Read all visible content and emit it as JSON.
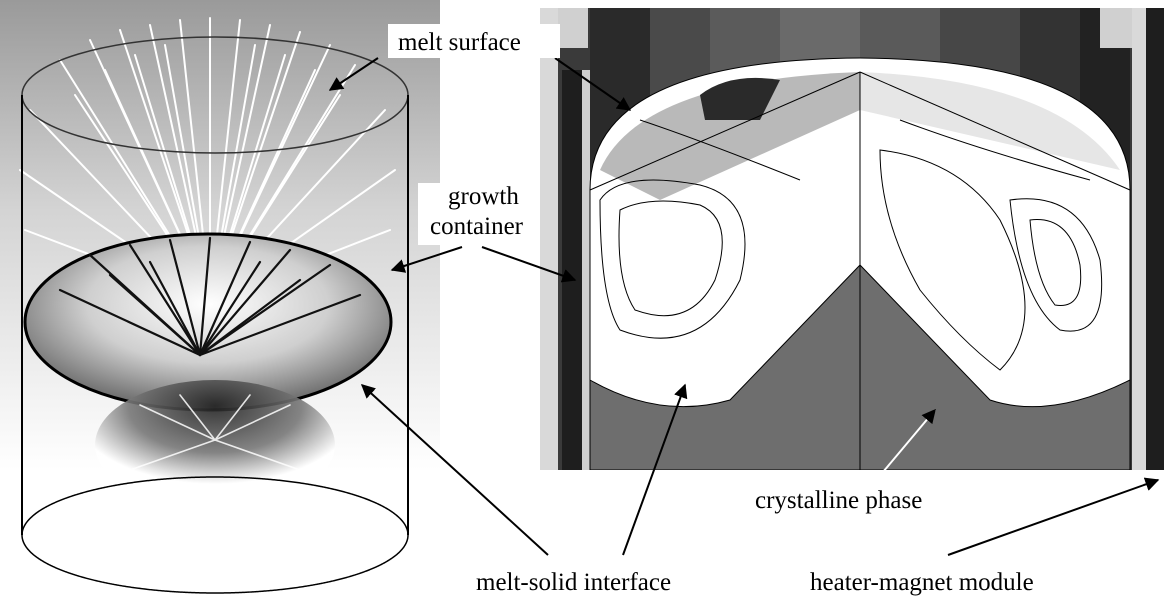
{
  "labels": {
    "melt_surface": "melt surface",
    "growth": "growth",
    "container": "container",
    "crystalline_phase": "crystalline phase",
    "melt_solid_interface": "melt-solid interface",
    "heater_magnet_module": "heater-magnet module"
  },
  "colors": {
    "background": "#ffffff",
    "crystal": "#6e6e6e",
    "dark_wall": "#1e1e1e",
    "light_wall": "#d9d9d9",
    "line": "#000000"
  }
}
